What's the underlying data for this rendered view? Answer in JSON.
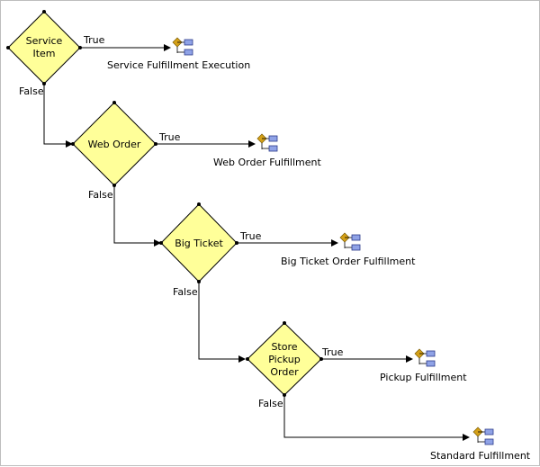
{
  "decisions": [
    {
      "lines": [
        "Service",
        "Item"
      ],
      "true_label": "True",
      "false_label": "False",
      "target": "Service Fulfillment Execution"
    },
    {
      "lines": [
        "Web Order"
      ],
      "true_label": "True",
      "false_label": "False",
      "target": "Web Order Fulfillment"
    },
    {
      "lines": [
        "Big Ticket"
      ],
      "true_label": "True",
      "false_label": "False",
      "target": "Big Ticket Order Fulfillment"
    },
    {
      "lines": [
        "Store",
        "Pickup",
        "Order"
      ],
      "true_label": "True",
      "false_label": "False",
      "target": "Pickup Fulfillment"
    }
  ],
  "final_target": "Standard Fulfillment",
  "colors": {
    "diamond_fill": "#ffff99",
    "icon_gold": "#d4a017",
    "icon_blue": "#5a6fbf",
    "line": "#000000"
  },
  "icons": {
    "process_node": "process-node-icon"
  }
}
